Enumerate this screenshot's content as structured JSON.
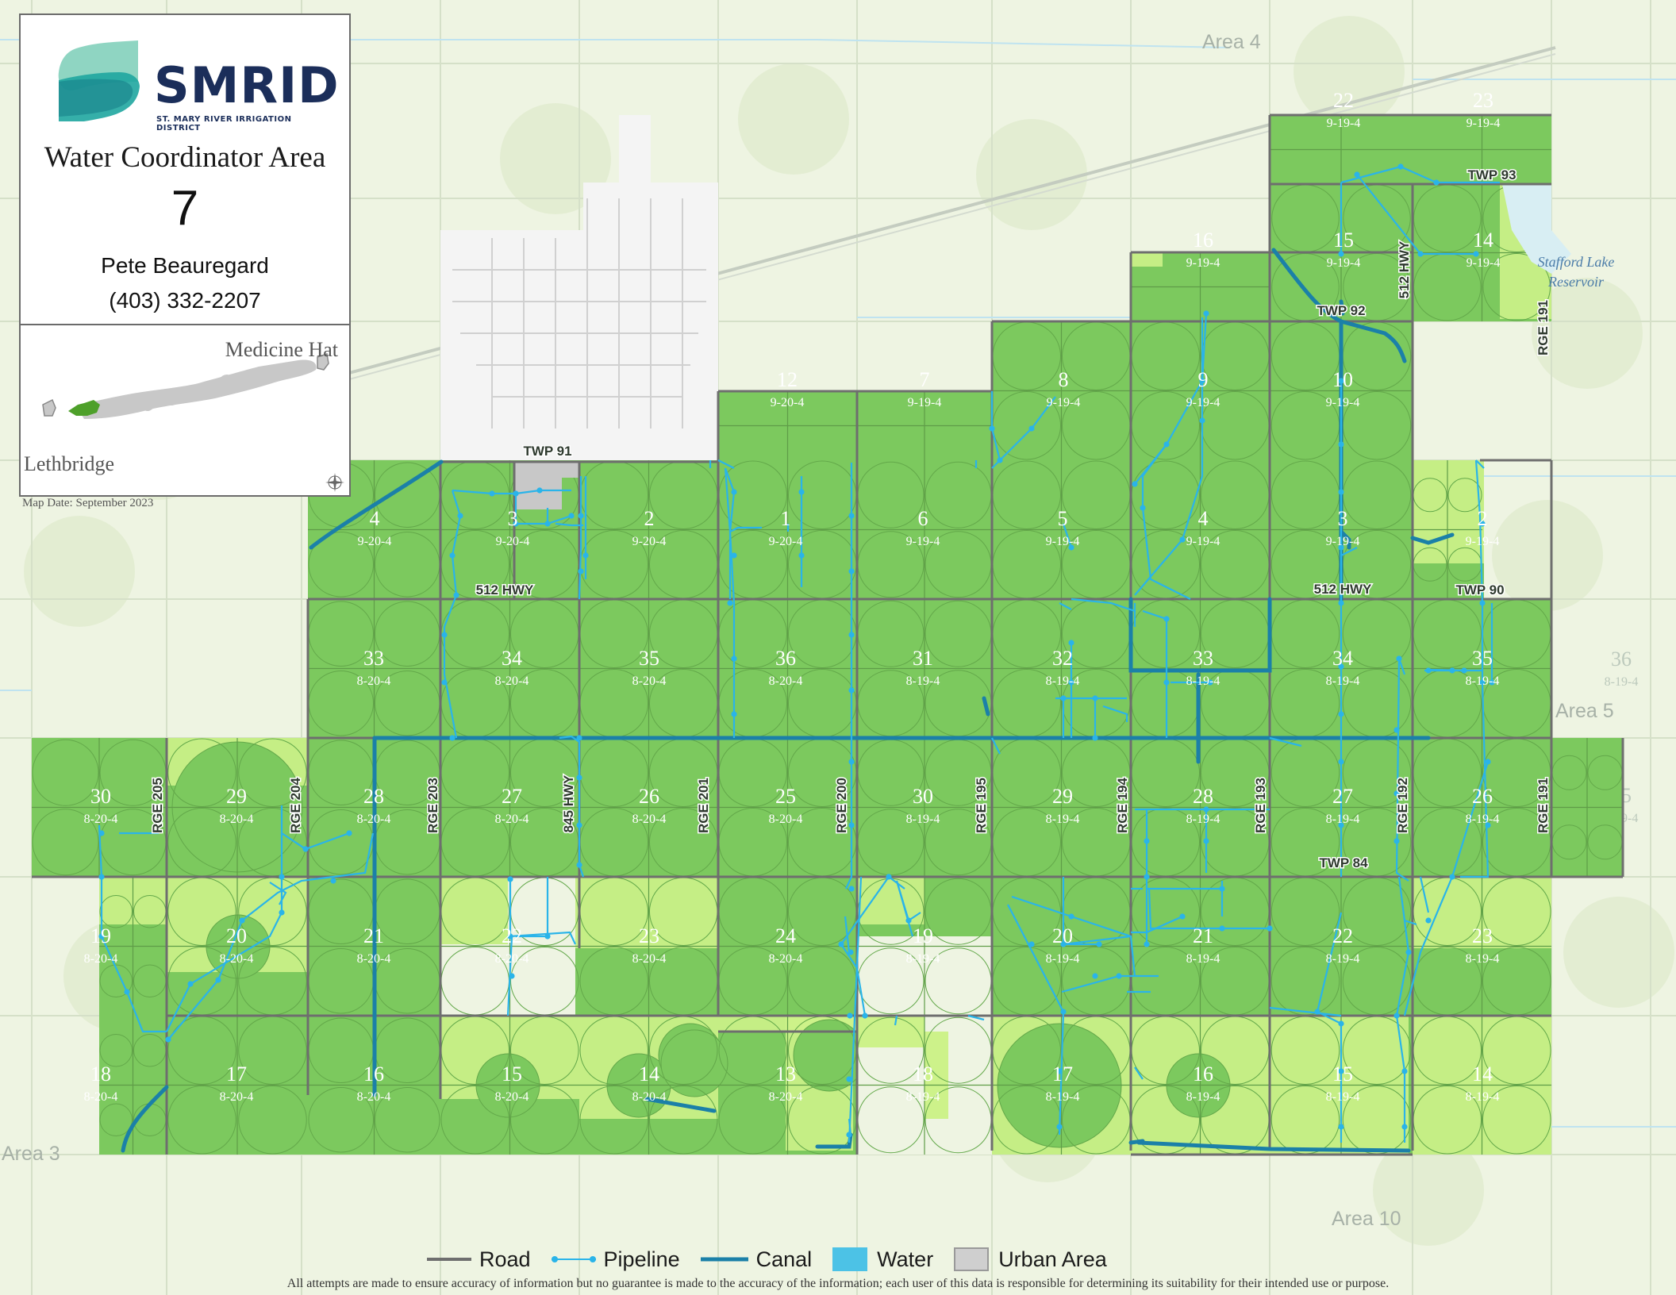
{
  "header": {
    "logo_text": "SMRID",
    "logo_subtitle": "ST. MARY RIVER IRRIGATION DISTRICT",
    "area_title": "Water Coordinator Area",
    "area_number": "7",
    "coordinator_name": "Pete Beauregard",
    "coordinator_phone": "(403) 332-2207",
    "inset_city_east": "Medicine Hat",
    "inset_city_west": "Lethbridge",
    "map_date": "Map Date: September 2023"
  },
  "colors": {
    "background": "#eef4e2",
    "field": "#7cc95e",
    "light_field": "#cdf28a",
    "road": "#6e6e6e",
    "pipeline": "#2ab4e9",
    "canal": "#1b80a8",
    "water": "#4cc2e6",
    "urban": "#cfcfcf",
    "logo_navy": "#1b2e5a",
    "logo_teal": "#1fa6a0"
  },
  "area_labels": [
    {
      "label": "Area 4"
    },
    {
      "label": "Area 5"
    },
    {
      "label": "Area 3"
    },
    {
      "label": "Area 10"
    }
  ],
  "sections": [
    {
      "num": "22",
      "code": "9-19-4"
    },
    {
      "num": "23",
      "code": "9-19-4"
    },
    {
      "num": "16",
      "code": "9-19-4"
    },
    {
      "num": "15",
      "code": "9-19-4"
    },
    {
      "num": "14",
      "code": "9-19-4"
    },
    {
      "num": "12",
      "code": "9-20-4"
    },
    {
      "num": "7",
      "code": "9-19-4"
    },
    {
      "num": "8",
      "code": "9-19-4"
    },
    {
      "num": "9",
      "code": "9-19-4"
    },
    {
      "num": "10",
      "code": "9-19-4"
    },
    {
      "num": "4",
      "code": "9-20-4"
    },
    {
      "num": "3",
      "code": "9-20-4"
    },
    {
      "num": "2",
      "code": "9-20-4"
    },
    {
      "num": "1",
      "code": "9-20-4"
    },
    {
      "num": "6",
      "code": "9-19-4"
    },
    {
      "num": "5",
      "code": "9-19-4"
    },
    {
      "num": "4",
      "code": "9-19-4"
    },
    {
      "num": "3",
      "code": "9-19-4"
    },
    {
      "num": "2",
      "code": "9-19-4"
    },
    {
      "num": "33",
      "code": "8-20-4"
    },
    {
      "num": "34",
      "code": "8-20-4"
    },
    {
      "num": "35",
      "code": "8-20-4"
    },
    {
      "num": "36",
      "code": "8-20-4"
    },
    {
      "num": "31",
      "code": "8-19-4"
    },
    {
      "num": "32",
      "code": "8-19-4"
    },
    {
      "num": "33",
      "code": "8-19-4"
    },
    {
      "num": "34",
      "code": "8-19-4"
    },
    {
      "num": "35",
      "code": "8-19-4"
    },
    {
      "num": "36",
      "code": "8-19-4"
    },
    {
      "num": "30",
      "code": "8-20-4"
    },
    {
      "num": "29",
      "code": "8-20-4"
    },
    {
      "num": "28",
      "code": "8-20-4"
    },
    {
      "num": "27",
      "code": "8-20-4"
    },
    {
      "num": "26",
      "code": "8-20-4"
    },
    {
      "num": "25",
      "code": "8-20-4"
    },
    {
      "num": "30",
      "code": "8-19-4"
    },
    {
      "num": "29",
      "code": "8-19-4"
    },
    {
      "num": "28",
      "code": "8-19-4"
    },
    {
      "num": "27",
      "code": "8-19-4"
    },
    {
      "num": "26",
      "code": "8-19-4"
    },
    {
      "num": "25",
      "code": "8-19-4"
    },
    {
      "num": "19",
      "code": "8-20-4"
    },
    {
      "num": "20",
      "code": "8-20-4"
    },
    {
      "num": "21",
      "code": "8-20-4"
    },
    {
      "num": "22",
      "code": "8-20-4"
    },
    {
      "num": "23",
      "code": "8-20-4"
    },
    {
      "num": "24",
      "code": "8-20-4"
    },
    {
      "num": "19",
      "code": "8-19-4"
    },
    {
      "num": "20",
      "code": "8-19-4"
    },
    {
      "num": "21",
      "code": "8-19-4"
    },
    {
      "num": "22",
      "code": "8-19-4"
    },
    {
      "num": "23",
      "code": "8-19-4"
    },
    {
      "num": "18",
      "code": "8-20-4"
    },
    {
      "num": "17",
      "code": "8-20-4"
    },
    {
      "num": "16",
      "code": "8-20-4"
    },
    {
      "num": "15",
      "code": "8-20-4"
    },
    {
      "num": "14",
      "code": "8-20-4"
    },
    {
      "num": "13",
      "code": "8-20-4"
    },
    {
      "num": "18",
      "code": "8-19-4"
    },
    {
      "num": "17",
      "code": "8-19-4"
    },
    {
      "num": "16",
      "code": "8-19-4"
    },
    {
      "num": "15",
      "code": "8-19-4"
    },
    {
      "num": "14",
      "code": "8-19-4"
    }
  ],
  "road_labels": [
    {
      "label": "TWP 93"
    },
    {
      "label": "TWP 92"
    },
    {
      "label": "TWP 91"
    },
    {
      "label": "TWP 90"
    },
    {
      "label": "TWP 84"
    },
    {
      "label": "512 HWY"
    },
    {
      "label": "512 HWY"
    },
    {
      "label": "512 HWY"
    },
    {
      "label": "845 HWY"
    },
    {
      "label": "RGE 205"
    },
    {
      "label": "RGE 204"
    },
    {
      "label": "RGE 203"
    },
    {
      "label": "RGE 201"
    },
    {
      "label": "RGE 200"
    },
    {
      "label": "RGE 195"
    },
    {
      "label": "RGE 194"
    },
    {
      "label": "RGE 193"
    },
    {
      "label": "RGE 192"
    },
    {
      "label": "RGE 191"
    },
    {
      "label": "RGE 191"
    }
  ],
  "lake": {
    "line1": "Stafford Lake",
    "line2": "Reservoir"
  },
  "legend": {
    "road": "Road",
    "pipeline": "Pipeline",
    "canal": "Canal",
    "water": "Water",
    "urban": "Urban Area"
  },
  "disclaimer": "All attempts are made to ensure accuracy of information but no guarantee is made to the accuracy of the information; each user of this data is responsible for determining its suitability for their intended use or purpose."
}
